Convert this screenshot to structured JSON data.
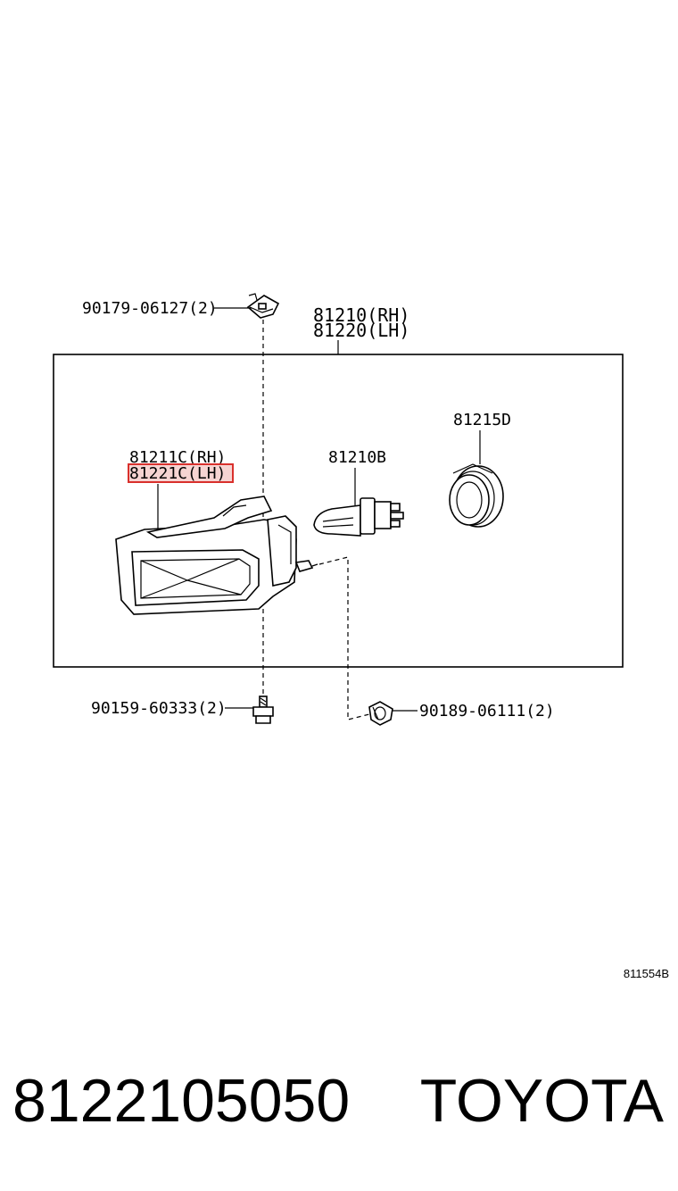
{
  "diagram": {
    "assembly_label_rh": "81210(RH)",
    "assembly_label_lh": "81220(LH)",
    "labels": {
      "clip_top": "90179-06127(2)",
      "housing_rh": "81211C(RH)",
      "housing_lh": "81221C(LH)",
      "bulb": "81210B",
      "grommet": "81215D",
      "screw": "90159-60333(2)",
      "nut": "90189-06111(2)"
    },
    "highlight_color": "#d9302c",
    "reference_code": "811554B"
  },
  "footer": {
    "part_number": "8122105050",
    "brand": "TOYOTA"
  }
}
